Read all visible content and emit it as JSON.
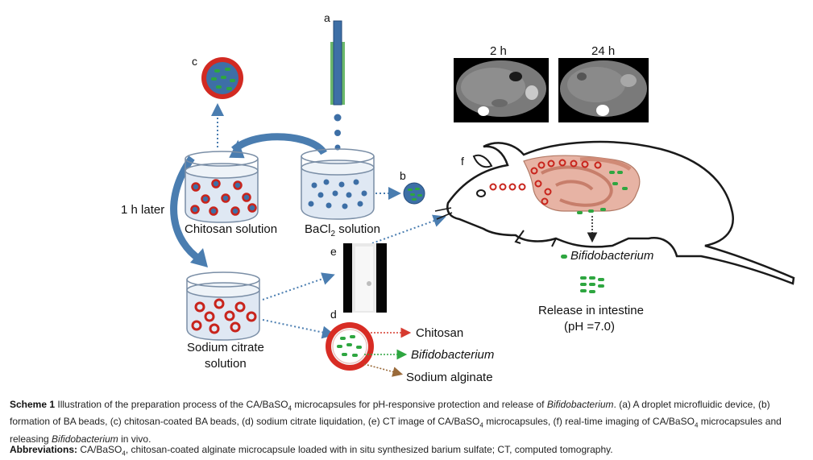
{
  "labels": {
    "a": "a",
    "b": "b",
    "c": "c",
    "d": "d",
    "e": "e",
    "f": "f",
    "time_2h": "2 h",
    "time_24h": "24 h",
    "one_hour_later": "1 h later",
    "chitosan_solution": "Chitosan solution",
    "bacl2_prefix": "BaCl",
    "bacl2_sub": "2",
    "bacl2_suffix": " solution",
    "sodium_citrate_line1": "Sodium citrate",
    "sodium_citrate_line2": "solution",
    "chitosan": "Chitosan",
    "bifidobacterium": "Bifidobacterium",
    "sodium_alginate": "Sodium alginate",
    "legend_bifido": "Bifidobacterium",
    "release_line1": "Release in intestine",
    "release_line2": "(pH =7.0)"
  },
  "caption": {
    "scheme_label": "Scheme 1",
    "text_1": "Illustration of the preparation process of the CA/BaSO",
    "sub_4a": "4",
    "text_2": " microcapsules for pH-responsive protection and release of ",
    "italic_1": "Bifidobacterium",
    "text_3": ". (a) A droplet microfluidic device, (b) formation of BA beads, (c) chitosan-coated BA beads, (d) sodium citrate liquidation, (e) CT image of CA/BaSO",
    "sub_4b": "4",
    "text_4": " microcapsules, (f) real-time imaging of CA/BaSO",
    "sub_4c": "4",
    "text_5": " microcapsules and releasing ",
    "italic_2": "Bifidobacterium",
    "text_6": " in vivo.",
    "abbr_label": "Abbreviations:",
    "abbr_1": " CA/BaSO",
    "abbr_sub": "4",
    "abbr_2": ", chitosan-coated alginate microcapsule loaded with in situ synthesized barium sulfate; CT, computed tomography."
  },
  "colors": {
    "blue": "#3d6fa6",
    "red": "#c8241c",
    "green": "#2ea640",
    "arrow_blue": "#4a7db0"
  }
}
